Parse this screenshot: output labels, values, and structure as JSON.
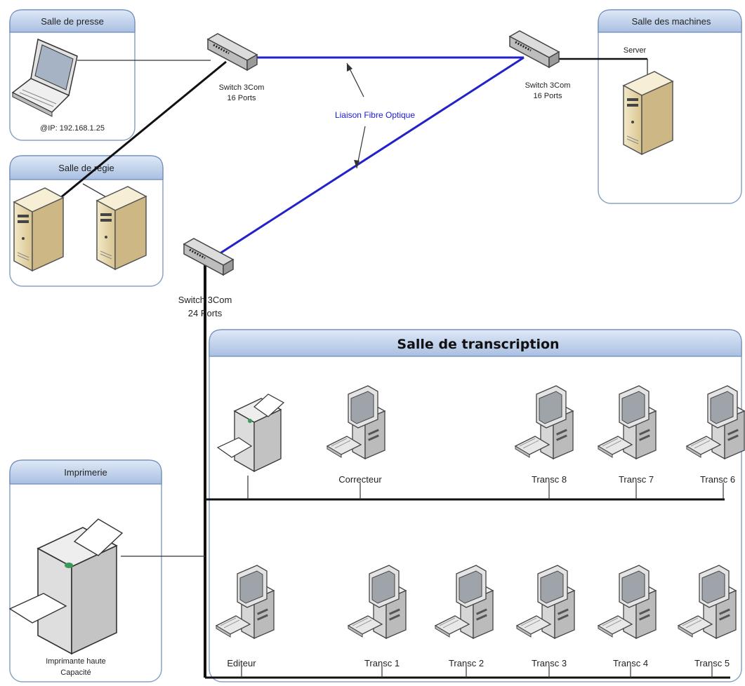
{
  "rooms": {
    "presse": "Salle de presse",
    "regie": "Salle de régie",
    "machines": "Salle des machines",
    "transcription": "Salle de transcription",
    "imprimerie": "Imprimerie"
  },
  "labels": {
    "ip": "@IP: 192.168.1.25",
    "server": "Server",
    "fibre": "Liaison Fibre Optique",
    "switch1": [
      "Switch 3Com",
      "16 Ports"
    ],
    "switch2": [
      "Switch 3Com",
      "16 Ports"
    ],
    "switch3": [
      "Switch 3Com",
      "24 Ports"
    ],
    "printer_big": [
      "Imprimante haute",
      "Capacité"
    ]
  },
  "row1": [
    "Correcteur",
    "Transc 8",
    "Transc 7",
    "Transc 6"
  ],
  "row2": [
    "Editeur",
    "Transc 1",
    "Transc 2",
    "Transc 3",
    "Transc 4",
    "Transc 5"
  ],
  "colors": {
    "fibre": "#2222c8",
    "panel_header": "#b9cde9",
    "panel_border": "#8aa3c7",
    "server": "#e6d6a8"
  }
}
